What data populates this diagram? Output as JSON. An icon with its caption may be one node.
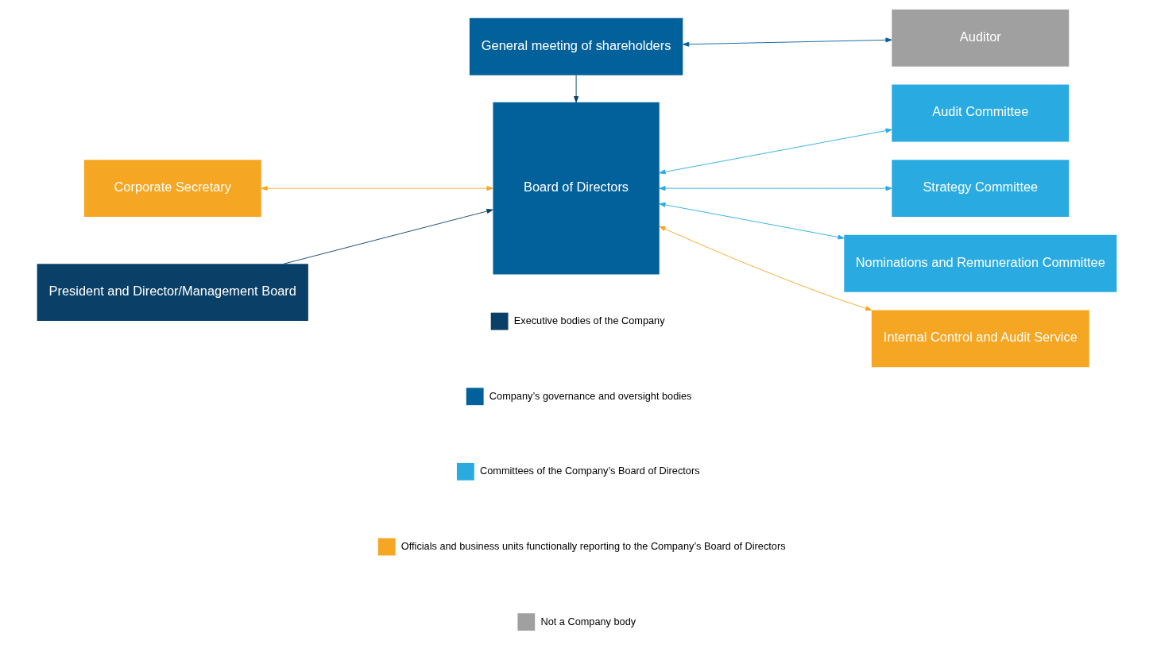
{
  "diagram": {
    "nodes": [
      {
        "text": [
          "General meeting of shareholders"
        ]
      },
      {
        "text": [
          "Auditor"
        ]
      },
      {
        "text": [
          "Corporate Secretary"
        ]
      },
      {
        "text": [
          "Board of Directors"
        ]
      },
      {
        "text": [
          "Audit Committee"
        ]
      },
      {
        "text": [
          "Strategy Committee"
        ]
      },
      {
        "text": [
          "Nominations and Remuneration Committee"
        ]
      },
      {
        "text": [
          "President and Director/Management Board"
        ]
      },
      {
        "text": [
          "Internal Control and Audit Service"
        ]
      }
    ],
    "edges": [
      {
        "from": 0,
        "to": 1,
        "arrow": "both",
        "color": "#0a5e99"
      },
      {
        "from": 0,
        "to": 3,
        "arrow": "to",
        "color": "#0a4068"
      },
      {
        "from": 2,
        "to": 3,
        "arrow": "both",
        "color": "#f5a623"
      },
      {
        "from": 3,
        "to": 4,
        "arrow": "both",
        "color": "#29abe2"
      },
      {
        "from": 3,
        "to": 5,
        "arrow": "both",
        "color": "#29abe2"
      },
      {
        "from": 3,
        "to": 6,
        "arrow": "both",
        "color": "#29abe2"
      },
      {
        "from": 7,
        "to": 3,
        "arrow": "to",
        "color": "#0a4068"
      },
      {
        "from": 3,
        "to": 8,
        "arrow": "both",
        "color": "#f5a623"
      }
    ],
    "legend": [
      {
        "text": "Executive bodies of the Company",
        "color": "#0a4068"
      },
      {
        "text": "Company’s governance and oversight bodies",
        "color": "#02619a"
      },
      {
        "text": "Committees of the Company’s Board of Directors",
        "color": "#29abe2"
      },
      {
        "text": "Officials and business units functionally reporting to the Company’s Board of Directors",
        "color": "#f5a623"
      },
      {
        "text": "Not a Company body",
        "color": "#a0a0a0"
      }
    ]
  }
}
